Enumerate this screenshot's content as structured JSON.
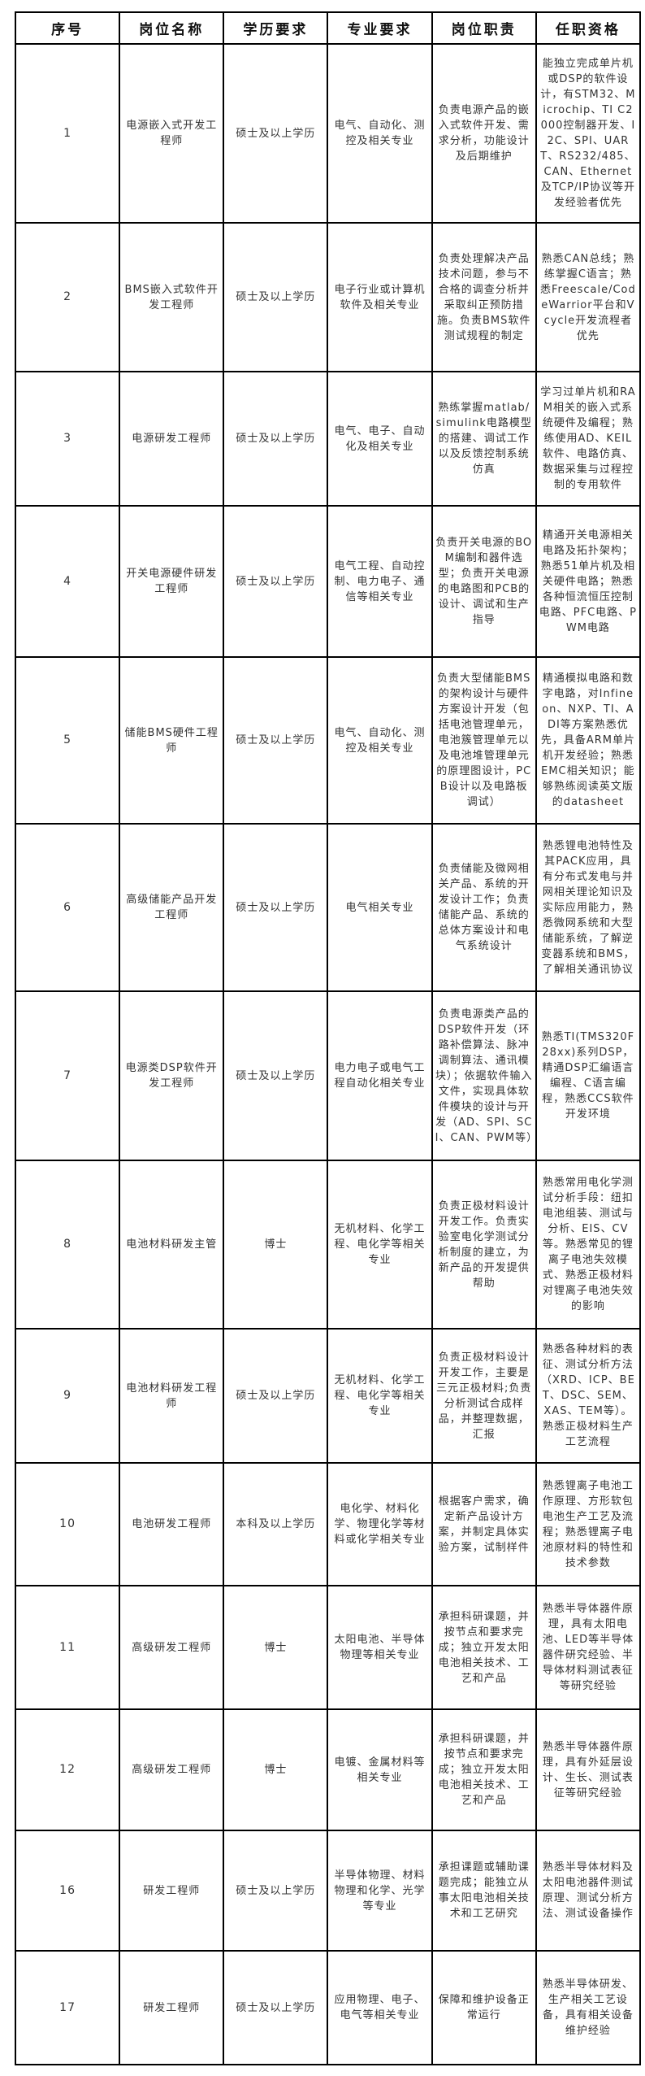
{
  "headers": [
    "序号",
    "岗位名称",
    "学历要求",
    "专业要求",
    "岗位职责",
    "任职资格"
  ],
  "rows": [
    {
      "no": "1",
      "title": "电源嵌入式开发工程师",
      "education": "硕士及以上学历",
      "major": "电气、自动化、测控及相关专业",
      "duty": "负责电源产品的嵌入式软件开发、需求分析，功能设计及后期维护",
      "qualification": "能独立完成单片机或DSP的软件设计，有STM32、Microchip、TI C2000控制器开发、I2C、SPI、UART、RS232/485、CAN、Ethernet及TCP/IP协议等开发经验者优先"
    },
    {
      "no": "2",
      "title": "BMS嵌入式软件开发工程师",
      "education": "硕士及以上学历",
      "major": "电子行业或计算机软件及相关专业",
      "duty": "负责处理解决产品技术问题，参与不合格的调查分析并采取纠正预防措施。负责BMS软件测试规程的制定",
      "qualification": "熟悉CAN总线；熟练掌握C语言；熟悉Freescale/CodeWarrior平台和Vcycle开发流程者优先"
    },
    {
      "no": "3",
      "title": "电源研发工程师",
      "education": "硕士及以上学历",
      "major": "电气、电子、自动化及相关专业",
      "duty": "熟练掌握matlab/simulink电路模型的搭建、调试工作以及反馈控制系统仿真",
      "qualification": "学习过单片机和RAM相关的嵌入式系统硬件及编程；熟练使用AD、KEIL软件、电路仿真、数据采集与过程控制的专用软件"
    },
    {
      "no": "4",
      "title": "开关电源硬件研发工程师",
      "education": "硕士及以上学历",
      "major": "电气工程、自动控制、电力电子、通信等相关专业",
      "duty": "负责开关电源的BOM编制和器件选型；负责开关电源的电路图和PCB的设计、调试和生产指导",
      "qualification": "精通开关电源相关电路及拓扑架构；熟悉51单片机及相关硬件电路；熟悉各种恒流恒压控制电路、PFC电路、PWM电路"
    },
    {
      "no": "5",
      "title": "储能BMS硬件工程师",
      "education": "硕士及以上学历",
      "major": "电气、自动化、测控及相关专业",
      "duty": "负责大型储能BMS的架构设计与硬件方案设计开发（包括电池管理单元，电池簇管理单元以及电池堆管理单元的原理图设计，PCB设计以及电路板调试）",
      "qualification": "精通模拟电路和数字电路，对Infineon、NXP、TI、ADI等方案熟悉优先，具备ARM单片机开发经验；熟悉EMC相关知识；能够熟练阅读英文版的datasheet"
    },
    {
      "no": "6",
      "title": "高级储能产品开发工程师",
      "education": "硕士及以上学历",
      "major": "电气相关专业",
      "duty": "负责储能及微网相关产品、系统的开发设计工作；负责储能产品、系统的总体方案设计和电气系统设计",
      "qualification": "熟悉锂电池特性及其PACK应用，具有分布式发电与并网相关理论知识及实际应用能力，熟悉微网系统和大型储能系统，了解逆变器系统和BMS，了解相关通讯协议"
    },
    {
      "no": "7",
      "title": "电源类DSP软件开发工程师",
      "education": "硕士及以上学历",
      "major": "电力电子或电气工程自动化相关专业",
      "duty": "负责电源类产品的DSP软件开发（环路补偿算法、脉冲调制算法、通讯模块）；依据软件输入文件，实现具体软件模块的设计与开发（AD、SPI、SCI、CAN、PWM等）",
      "qualification": "熟悉TI(TMS320F28xx)系列DSP，精通DSP汇编语言编程、C语言编程，熟悉CCS软件开发环境"
    },
    {
      "no": "8",
      "title": "电池材料研发主管",
      "education": "博士",
      "major": "无机材料、化学工程、电化学等相关专业",
      "duty": "负责正极材料设计开发工作。负责实验室电化学测试分析制度的建立，为新产品的开发提供帮助",
      "qualification": "熟悉常用电化学测试分析手段：纽扣电池组装、测试与分析、EIS、CV等。熟悉常见的锂离子电池失效模式、熟悉正极材料对锂离子电池失效的影响"
    },
    {
      "no": "9",
      "title": "电池材料研发工程师",
      "education": "硕士及以上学历",
      "major": "无机材料、化学工程、电化学等相关专业",
      "duty": "负责正极材料设计开发工作，主要是三元正极材料;负责分析测试合成样品，并整理数据，汇报",
      "qualification": "熟悉各种材料的表征、测试分析方法（XRD、ICP、BET、DSC、SEM、XAS、TEM等）。熟悉正极材料生产工艺流程"
    },
    {
      "no": "10",
      "title": "电池研发工程师",
      "education": "本科及以上学历",
      "major": "电化学、材料化学、物理化学等材料或化学相关专业",
      "duty": "根据客户需求，确定新产品设计方案，并制定具体实验方案，试制样件",
      "qualification": "熟悉锂离子电池工作原理、方形软包电池生产工艺及流程；熟悉锂离子电池原材料的特性和技术参数"
    },
    {
      "no": "11",
      "title": "高级研发工程师",
      "education": "博士",
      "major": "太阳电池、半导体物理等相关专业",
      "duty": "承担科研课题，并按节点和要求完成；独立开发太阳电池相关技术、工艺和产品",
      "qualification": "熟悉半导体器件原理，具有太阳电池、LED等半导体器件研究经验、半导体材料测试表征等研究经验"
    },
    {
      "no": "12",
      "title": "高级研发工程师",
      "education": "博士",
      "major": "电镀、金属材料等相关专业",
      "duty": "承担科研课题，并按节点和要求完成；独立开发太阳电池相关技术、工艺和产品",
      "qualification": "熟悉半导体器件原理，具有外延层设计、生长、测试表征等研究经验"
    },
    {
      "no": "16",
      "title": "研发工程师",
      "education": "硕士及以上学历",
      "major": "半导体物理、材料物理和化学、光学等专业",
      "duty": "承担课题或辅助课题完成；能独立从事太阳电池相关技术和工艺研究",
      "qualification": "熟悉半导体材料及太阳电池器件测试原理、测试分析方法、测试设备操作"
    },
    {
      "no": "17",
      "title": "研发工程师",
      "education": "硕士及以上学历",
      "major": "应用物理、电子、电气等相关专业",
      "duty": "保障和维护设备正常运行",
      "qualification": "熟悉半导体研发、生产相关工艺设备，具有相关设备维护经验"
    }
  ]
}
